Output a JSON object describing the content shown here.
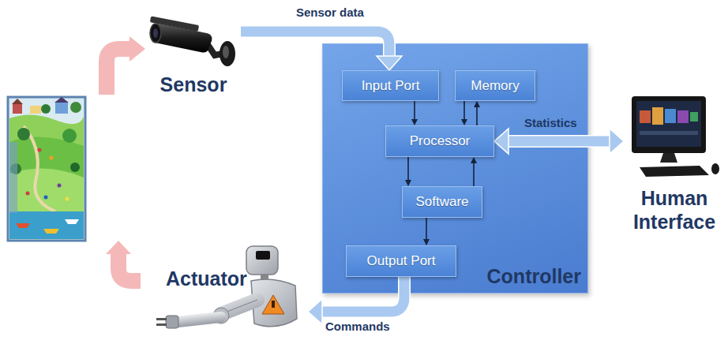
{
  "diagram": {
    "nodes": [
      {
        "text": [
          "Sensor"
        ]
      },
      {
        "text": [
          "Controller"
        ]
      },
      {
        "text": [
          "Input Port"
        ],
        "in": 1
      },
      {
        "text": [
          "Memory"
        ],
        "in": 1
      },
      {
        "text": [
          "Processor"
        ],
        "in": 1
      },
      {
        "text": [
          "Software"
        ],
        "in": 1
      },
      {
        "text": [
          "Output Port"
        ],
        "in": 1
      },
      {
        "text": [
          "Human Interface"
        ]
      },
      {
        "text": [
          "Actuator"
        ]
      }
    ],
    "edges": [
      {
        "from": 0,
        "to": 2,
        "label": "Sensor data",
        "arrow": "to"
      },
      {
        "from": 2,
        "to": 4,
        "arrow": "to"
      },
      {
        "from": 3,
        "to": 4,
        "arrow": "to"
      },
      {
        "from": 4,
        "to": 3,
        "arrow": "to"
      },
      {
        "from": 4,
        "to": 5,
        "arrow": "to"
      },
      {
        "from": 5,
        "to": 4,
        "arrow": "to"
      },
      {
        "from": 5,
        "to": 6,
        "arrow": "to"
      },
      {
        "from": 4,
        "to": 7,
        "label": "Statistics",
        "arrow": "both"
      },
      {
        "from": 6,
        "to": 8,
        "label": "Commands",
        "arrow": "to"
      }
    ]
  }
}
